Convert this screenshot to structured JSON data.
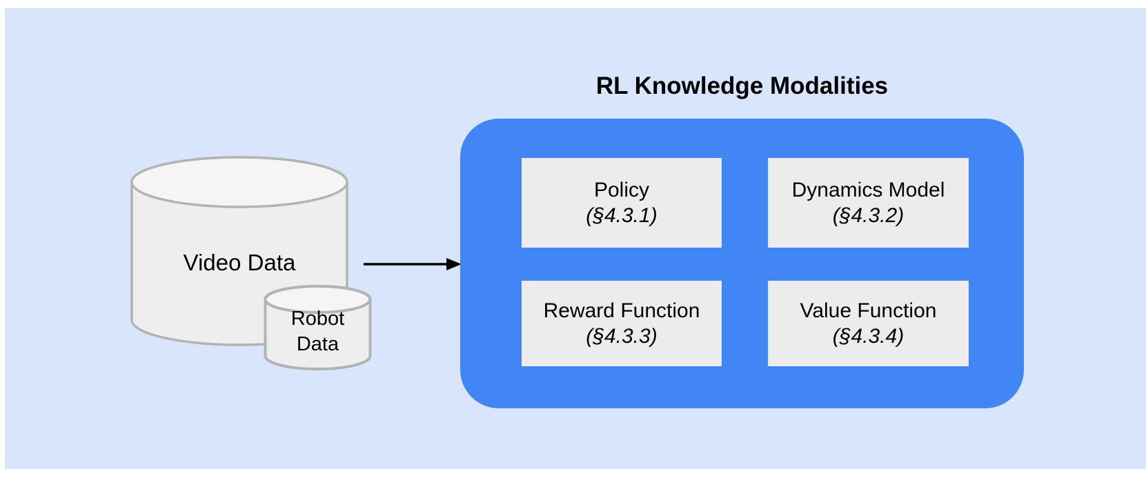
{
  "title": "RL Knowledge Modalities",
  "sources": {
    "video": {
      "label": "Video Data"
    },
    "robot": {
      "line1": "Robot",
      "line2": "Data"
    }
  },
  "modalities": [
    {
      "name": "Policy",
      "section": "(§4.3.1)"
    },
    {
      "name": "Dynamics Model",
      "section": "(§4.3.2)"
    },
    {
      "name": "Reward Function",
      "section": "(§4.3.3)"
    },
    {
      "name": "Value Function",
      "section": "(§4.3.4)"
    }
  ],
  "colors": {
    "panel_bg": "#d9e5fb",
    "container_bg": "#4285f4",
    "box_bg": "#ececec",
    "cylinder_fill": "#eeeeee",
    "cylinder_top_fill": "#f5f5f5",
    "cylinder_stroke": "#b3b3b3",
    "arrow": "#000000",
    "text": "#000000"
  }
}
